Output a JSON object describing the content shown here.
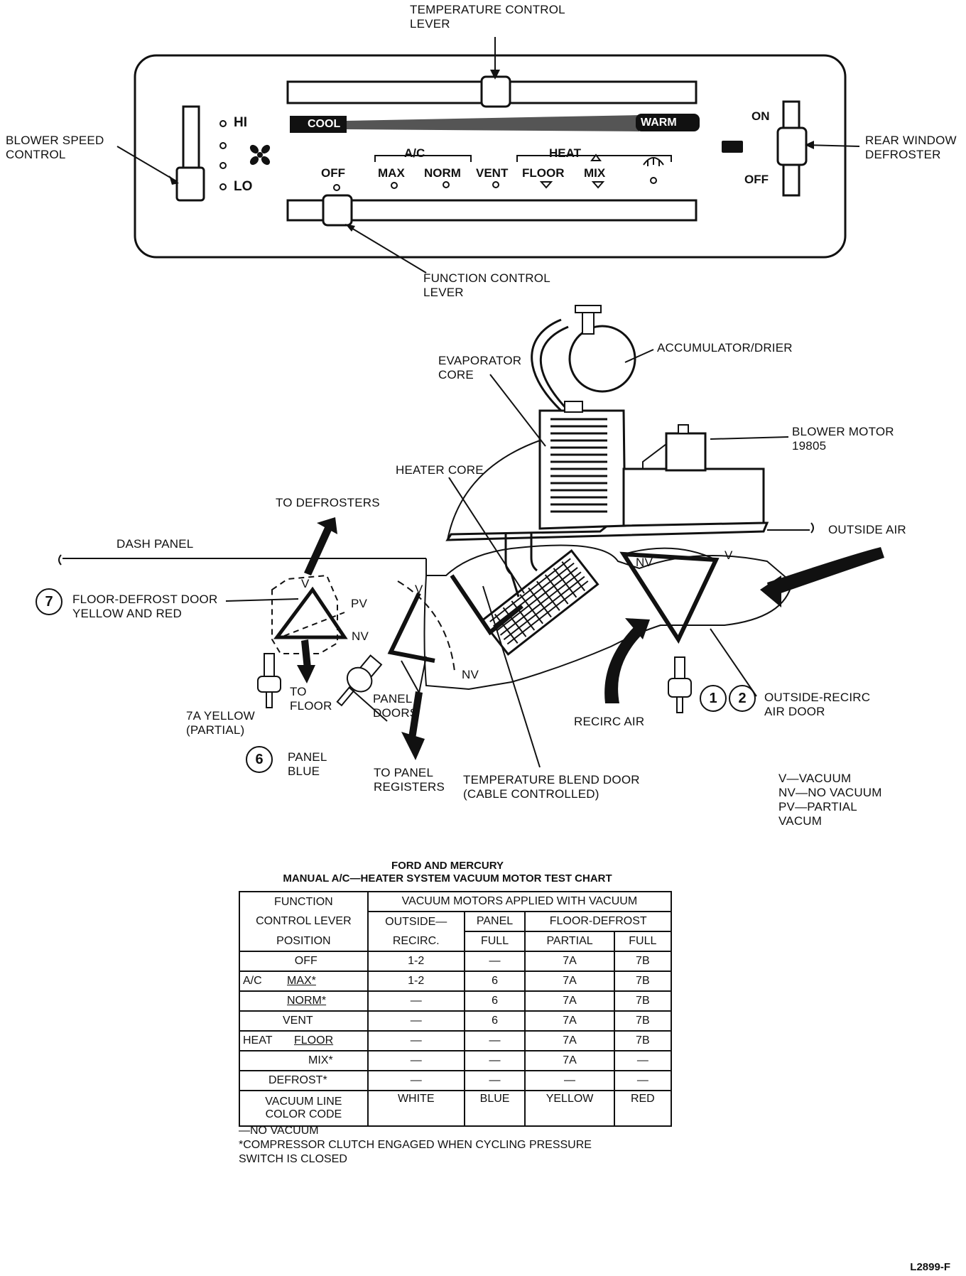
{
  "control_panel": {
    "temp_lever_label": "TEMPERATURE CONTROL\nLEVER",
    "blower_label": "BLOWER SPEED\nCONTROL",
    "rear_defrost_label": "REAR WINDOW\nDEFROSTER",
    "function_lever_label": "FUNCTION CONTROL\nLEVER",
    "blower_hi": "HI",
    "blower_lo": "LO",
    "cool": "COOL",
    "warm": "WARM",
    "ac_group": "A/C",
    "heat_group": "HEAT",
    "positions": [
      "OFF",
      "MAX",
      "NORM",
      "VENT",
      "FLOOR",
      "MIX"
    ],
    "on": "ON",
    "off": "OFF"
  },
  "diagram": {
    "evaporator_core": "EVAPORATOR\nCORE",
    "accumulator": "ACCUMULATOR/DRIER",
    "blower_motor": "BLOWER MOTOR\n19805",
    "heater_core": "HEATER CORE",
    "to_defrosters": "TO DEFROSTERS",
    "dash_panel": "DASH PANEL",
    "outside_air": "OUTSIDE AIR",
    "floor_defrost_door": "FLOOR-DEFROST DOOR\nYELLOW AND RED",
    "to_floor": "TO\nFLOOR",
    "yellow_partial": "7A YELLOW\n(PARTIAL)",
    "panel_doors": "PANEL\nDOORS",
    "panel_blue": "PANEL\nBLUE",
    "to_panel_registers": "TO PANEL\nREGISTERS",
    "temp_blend_door": "TEMPERATURE BLEND DOOR\n(CABLE CONTROLLED)",
    "recirc_air": "RECIRC AIR",
    "outside_recirc_door": "OUTSIDE-RECIRC\nAIR DOOR",
    "door_v": "V",
    "door_pv": "PV",
    "door_nv": "NV",
    "circle_7": "7",
    "circle_6": "6",
    "circle_1": "1",
    "circle_2": "2",
    "legend": "V—VACUUM\nNV—NO VACUUM\nPV—PARTIAL\n      VACUM"
  },
  "chart": {
    "title_line1": "FORD AND MERCURY",
    "title_line2": "MANUAL A/C—HEATER SYSTEM VACUUM MOTOR TEST CHART",
    "h_function": "FUNCTION",
    "h_control_lever": "CONTROL LEVER",
    "h_position": "POSITION",
    "h_applied": "VACUUM MOTORS APPLIED WITH VACUUM",
    "h_outside": "OUTSIDE—",
    "h_recirc": "RECIRC.",
    "h_panel": "PANEL",
    "h_full": "FULL",
    "h_floor_defrost": "FLOOR-DEFROST",
    "h_partial": "PARTIAL",
    "h_full2": "FULL",
    "rows": [
      {
        "group": "",
        "pos": "OFF",
        "c1": "1-2",
        "c2": "—",
        "c3": "7A",
        "c4": "7B"
      },
      {
        "group": "A/C",
        "pos": "MAX*",
        "c1": "1-2",
        "c2": "6",
        "c3": "7A",
        "c4": "7B"
      },
      {
        "group": "",
        "pos": "NORM*",
        "c1": "—",
        "c2": "6",
        "c3": "7A",
        "c4": "7B"
      },
      {
        "group": "",
        "pos": "VENT",
        "c1": "—",
        "c2": "6",
        "c3": "7A",
        "c4": "7B"
      },
      {
        "group": "HEAT",
        "pos": "FLOOR",
        "c1": "—",
        "c2": "—",
        "c3": "7A",
        "c4": "7B"
      },
      {
        "group": "",
        "pos": "MIX*",
        "c1": "—",
        "c2": "—",
        "c3": "7A",
        "c4": "—"
      },
      {
        "group": "",
        "pos": "DEFROST*",
        "c1": "—",
        "c2": "—",
        "c3": "—",
        "c4": "—"
      }
    ],
    "color_row_label": "VACUUM LINE\nCOLOR CODE",
    "colors": [
      "WHITE",
      "BLUE",
      "YELLOW",
      "RED"
    ]
  },
  "notes": {
    "line1": "—NO VACUUM",
    "line2": "*COMPRESSOR CLUTCH ENGAGED WHEN CYCLING PRESSURE\nSWITCH IS CLOSED"
  },
  "figure_code": "L2899-F"
}
